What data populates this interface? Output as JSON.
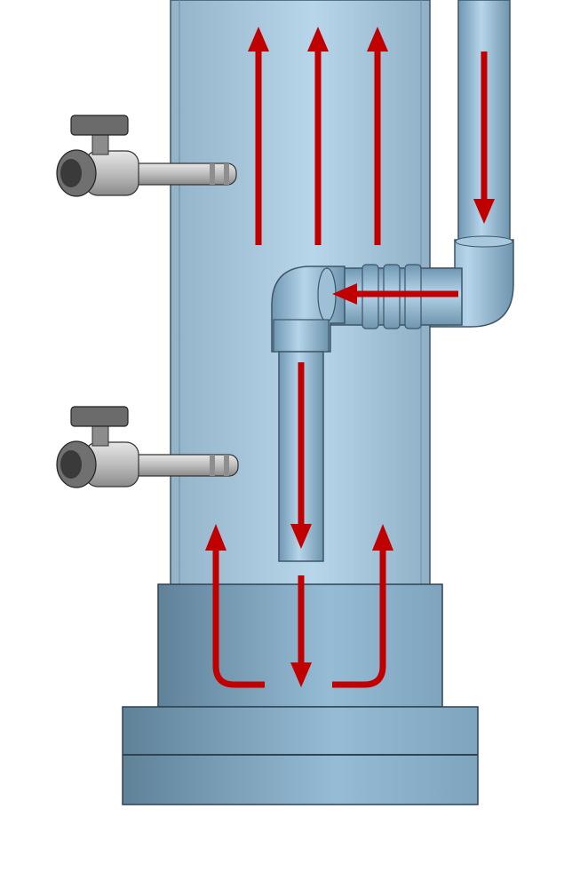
{
  "colors": {
    "background": "#ffffff",
    "column_glass": "#a9c8dc",
    "column_edge": "#5b7d93",
    "pipe_blue": "#8fb6d0",
    "base_blue": "#7ea6c2",
    "arrow_red": "#c00000",
    "valve_grey": "#9a9a9a",
    "outline": "#2a3a45"
  },
  "components": {
    "column": "column-tube",
    "inlet_pipe": "vertical-inlet-pipe",
    "elbow_right": "elbow-right",
    "horizontal_pipe": "horizontal-coupling-pipe",
    "elbow_left": "elbow-left",
    "downcomer": "downcomer-pipe",
    "base_upper": "base-collar",
    "base_lower": "base-flange",
    "valves": [
      "sample-valve-upper",
      "sample-valve-lower"
    ]
  },
  "flow": {
    "up_arrows_count": 3,
    "arrows": [
      "up",
      "up",
      "up",
      "down",
      "left",
      "down",
      "down",
      "up-return-left",
      "up-return-right"
    ]
  }
}
